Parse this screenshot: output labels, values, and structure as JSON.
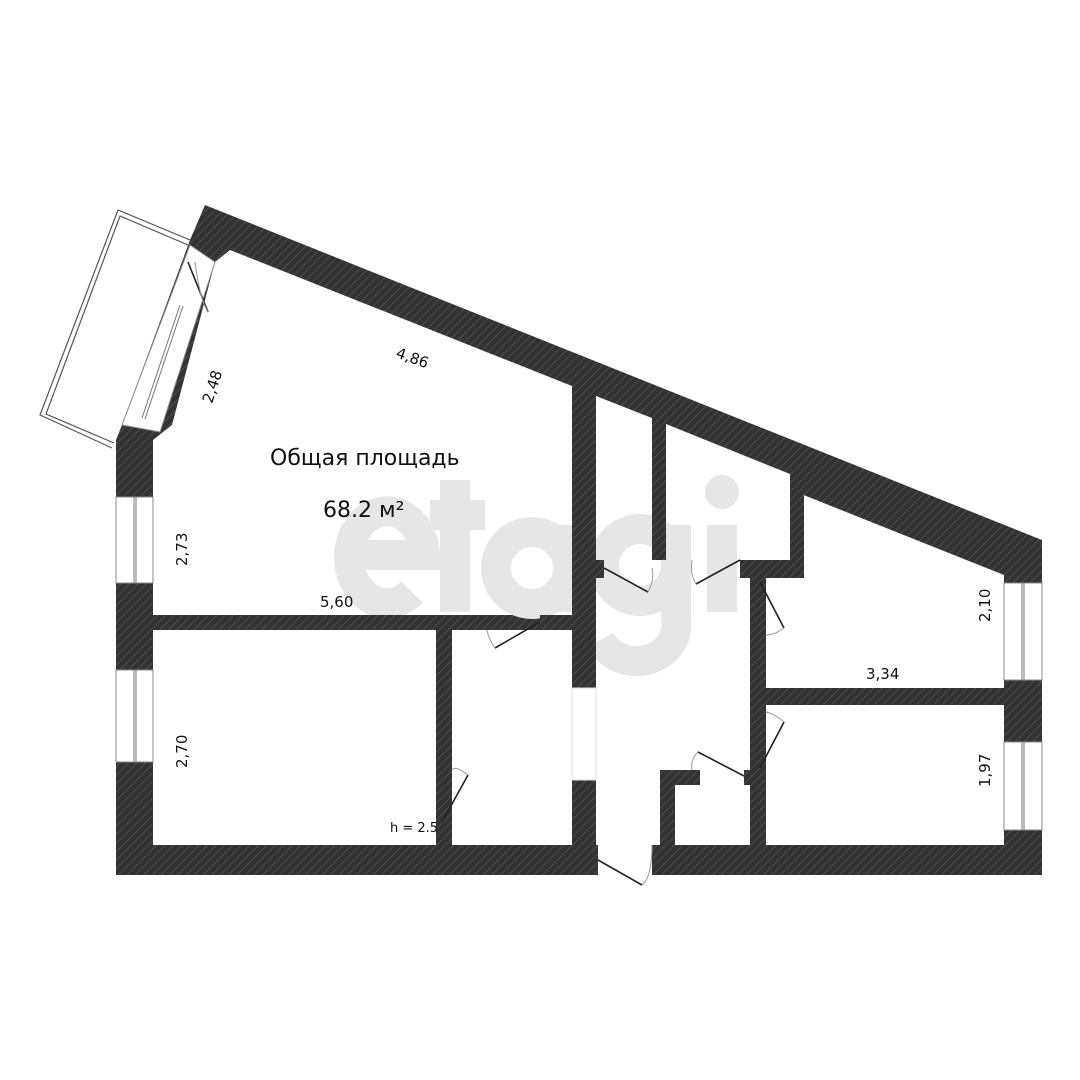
{
  "plan": {
    "total_area_label": "Общая площадь",
    "total_area_value": "68.2 м²",
    "ceiling_height": "h = 2.5",
    "watermark": "etagi",
    "dimensions": {
      "living_top": "4,86",
      "balcony_side": "2,48",
      "living_left": "2,73",
      "living_bottom": "5,60",
      "bedroom_left": "2,70",
      "right_room_width": "3,34",
      "right_top_room": "2,10",
      "right_bottom_room": "1,97"
    }
  },
  "colors": {
    "wall": "#333333",
    "watermark": "#e6e6e6"
  }
}
